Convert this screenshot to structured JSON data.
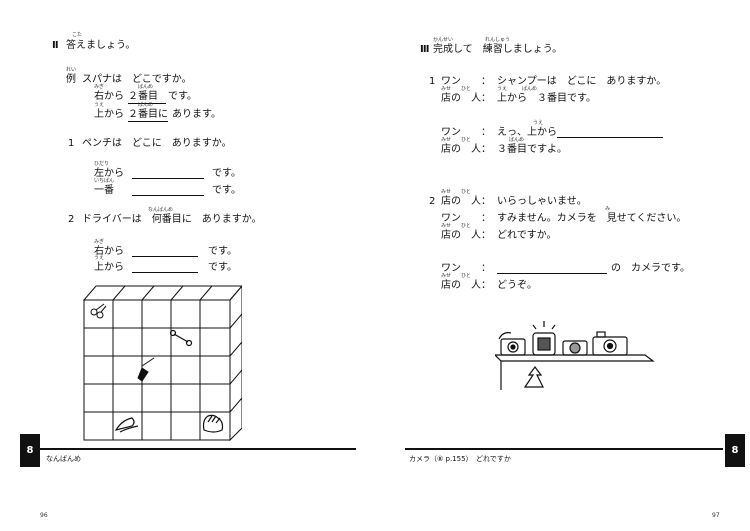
{
  "left": {
    "section": "Ⅱ",
    "heading": "答えましょう。",
    "heading_ruby": "こた",
    "ex_label": "例",
    "ex_label_ruby": "れい",
    "ex_q": "スパナは　どこですか。",
    "ex_a1_pre": "右から",
    "ex_a1_ruby": "みぎ",
    "ex_a1_ans": "２番目",
    "ex_a1_ans_ruby": "ばんめ",
    "ex_a1_post": "です。",
    "ex_a2_pre": "上から",
    "ex_a2_ruby": "うえ",
    "ex_a2_ans": "２番目に",
    "ex_a2_ans_ruby": "ばんめ",
    "ex_a2_post": "あります。",
    "q1_num": "1",
    "q1": "ペンチは　どこに　ありますか。",
    "q1_a1_pre": "左から",
    "q1_a1_ruby": "ひだり",
    "q1_a1_post": "です。",
    "q1_a2_pre": "一番",
    "q1_a2_ruby": "いちばん",
    "q1_a2_post": "です。",
    "q2_num": "2",
    "q2": "ドライバーは　何番目に　ありますか。",
    "q2_ruby": "なんばんめ",
    "q2_a1_pre": "右から",
    "q2_a1_ruby": "みぎ",
    "q2_a1_post": "です。",
    "q2_a2_pre": "上から",
    "q2_a2_ruby": "うえ",
    "q2_a2_post": "です。",
    "footer": "なんばんめ",
    "tab": "8",
    "page_number": "96"
  },
  "right": {
    "section": "Ⅲ",
    "heading": "完成して　練習しましょう。",
    "heading_ruby1": "かんせい",
    "heading_ruby2": "れんしゅう",
    "d1_num": "1",
    "d1_l1_sp": "ワン",
    "d1_l1_tx": "シャンプーは　どこに　ありますか。",
    "d1_l2_sp": "店の　人",
    "d1_l2_sp_ruby": "みせ　　ひと",
    "d1_l2_tx": "上から　３番目です。",
    "d1_l2_ruby": "うえ　　　ばんめ",
    "d1_l3_sp": "ワン",
    "d1_l3_tx": "えっ、上から",
    "d1_l3_ruby": "うえ",
    "d1_l4_sp": "店の　人",
    "d1_l4_sp_ruby": "みせ　　ひと",
    "d1_l4_tx": "３番目ですよ。",
    "d1_l4_ruby": "ばんめ",
    "d2_num": "2",
    "d2_l1_sp": "店の　人",
    "d2_l1_sp_ruby": "みせ　　ひと",
    "d2_l1_tx": "いらっしゃいませ。",
    "d2_l2_sp": "ワン",
    "d2_l2_tx": "すみません。カメラを　見せてください。",
    "d2_l2_ruby": "み",
    "d2_l3_sp": "店の　人",
    "d2_l3_sp_ruby": "みせ　　ひと",
    "d2_l3_tx": "どれですか。",
    "d2_l4_sp": "ワン",
    "d2_l4_tx": "の　カメラです。",
    "d2_l5_sp": "店の　人",
    "d2_l5_sp_ruby": "みせ　　ひと",
    "d2_l5_tx": "どうぞ。",
    "colon": "：",
    "footer": "カメラ（⑧ p.155）　どれですか",
    "tab": "8",
    "page_number": "97"
  }
}
